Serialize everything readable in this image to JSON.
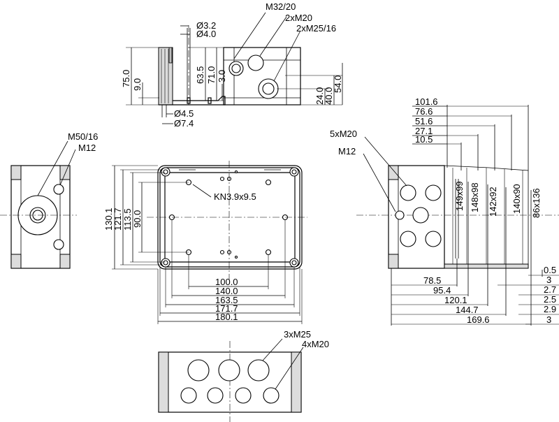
{
  "top_view": {
    "labels": {
      "m32": "M32/20",
      "m20_2": "2xM20",
      "m25_2": "2xM25/16",
      "d32": "Ø3.2",
      "d40": "Ø4.0",
      "d45": "Ø4.5",
      "d74": "Ø7.4"
    },
    "dims": {
      "h750": "75.0",
      "h90": "9.0",
      "h635": "63.5",
      "h710": "71.0",
      "h30": "3.0",
      "h240": "24.0",
      "h400": "40.0",
      "h540": "54.0"
    }
  },
  "left_view": {
    "labels": {
      "m50": "M50/16",
      "m12": "M12"
    }
  },
  "front_view": {
    "labels": {
      "kn": "KN3.9x9.5"
    },
    "dims": {
      "v1301": "130.1",
      "v1217": "121.7",
      "v1135": "113.5",
      "v900": "90.0",
      "w1000": "100.0",
      "w1400": "140.0",
      "w1635": "163.5",
      "w1717": "171.7",
      "w1801": "180.1"
    }
  },
  "bottom_view": {
    "labels": {
      "m25_3": "3xM25",
      "m20_4": "4xM20"
    }
  },
  "right_view": {
    "labels": {
      "m20_5": "5xM20",
      "m12": "M12"
    },
    "top_dims": [
      "101.6",
      "76.6",
      "51.6",
      "27.1",
      "10.5"
    ],
    "inner_dims": [
      "149x99",
      "148x98",
      "142x92",
      "140x90",
      "86x136"
    ],
    "bottom_dims": [
      "78.5",
      "95.4",
      "120.1",
      "144.7",
      "169.6"
    ],
    "right_dims": [
      "0.5",
      "3",
      "2.7",
      "2.5",
      "2.9",
      "3"
    ]
  }
}
